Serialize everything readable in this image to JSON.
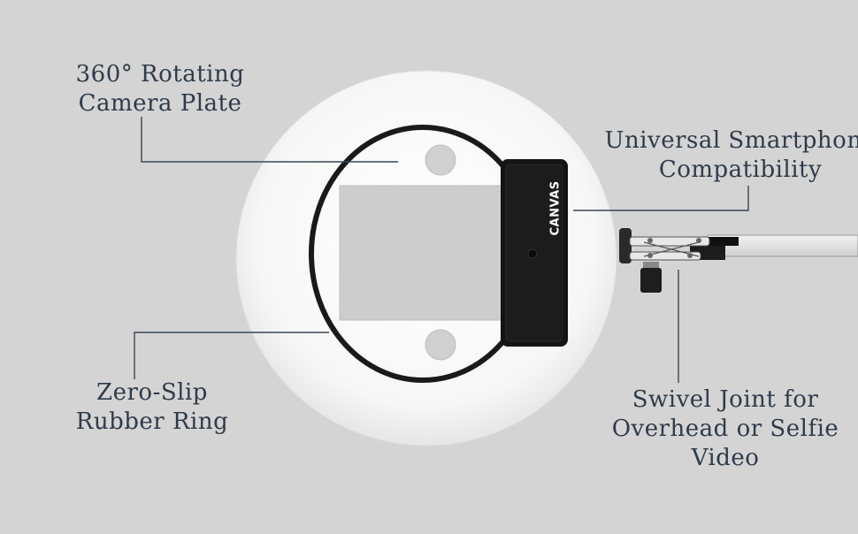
{
  "callouts": {
    "camera_plate": {
      "line1": "360° Rotating",
      "line2": "Camera Plate"
    },
    "smartphone": {
      "line1": "Universal Smartphone",
      "line2": "Compatibility"
    },
    "rubber_ring": {
      "line1": "Zero-Slip",
      "line2": "Rubber Ring"
    },
    "swivel": {
      "line1": "Swivel Joint for",
      "line2": "Overhead or Selfie",
      "line3": "Video"
    }
  },
  "product": {
    "brand_text": "CANVAS"
  },
  "colors": {
    "background": "#d4d4d4",
    "label_text": "#2f3b4a",
    "leader_line": "#3a4654",
    "plate": "#ffffff",
    "ring": "#1a1a1a",
    "holder": "#141414"
  }
}
